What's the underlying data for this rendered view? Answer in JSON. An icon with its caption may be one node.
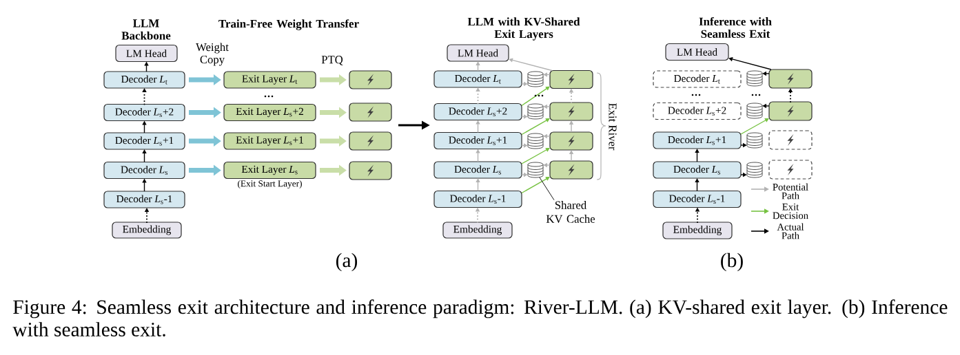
{
  "diagram": {
    "caption": "Figure 4: Seamless exit architecture and inference paradigm: River-LLM. (a) KV-shared exit layer. (b) Inference with seamless exit.",
    "nodes": [
      {
        "text": [
          "LM Head"
        ]
      },
      {
        "text": [
          "Decoder *L*$_{t}$"
        ]
      },
      {
        "text": [
          "Decoder *L*$_{s}$+2"
        ]
      },
      {
        "text": [
          "Decoder *L*$_{s}$+1"
        ]
      },
      {
        "text": [
          "Decoder *L*$_{s}$"
        ]
      },
      {
        "text": [
          "Decoder *L*$_{s}$-1"
        ]
      },
      {
        "text": [
          "Embedding"
        ]
      },
      {
        "text": [
          "Exit Layer *L*$_{t}$"
        ]
      },
      {
        "text": [
          "Exit Layer *L*$_{s}$+2"
        ]
      },
      {
        "text": [
          "Exit Layer *L*$_{s}$+1"
        ]
      },
      {
        "text": [
          "Exit Layer *L*$_{s}$"
        ],
        "beside": [
          "(Exit Start Layer)"
        ]
      },
      {
        "text": [],
        "shape": "box"
      },
      {
        "text": [],
        "shape": "box"
      },
      {
        "text": [],
        "shape": "box"
      },
      {
        "text": [],
        "shape": "box"
      },
      {
        "text": [
          "LM Head"
        ]
      },
      {
        "text": [
          "Decoder *L*$_{t}$"
        ]
      },
      {
        "text": [
          "Decoder *L*$_{s}$+2"
        ]
      },
      {
        "text": [
          "Decoder *L*$_{s}$+1"
        ]
      },
      {
        "text": [
          "Decoder *L*$_{s}$"
        ]
      },
      {
        "text": [
          "Decoder *L*$_{s}$-1"
        ]
      },
      {
        "text": [
          "Embedding"
        ]
      },
      {
        "text": [],
        "shape": "cylinder"
      },
      {
        "text": [],
        "shape": "cylinder"
      },
      {
        "text": [],
        "shape": "cylinder"
      },
      {
        "text": [],
        "shape": "cylinder"
      },
      {
        "text": [],
        "shape": "box"
      },
      {
        "text": [],
        "shape": "box"
      },
      {
        "text": [],
        "shape": "box"
      },
      {
        "text": [],
        "shape": "box"
      },
      {
        "text": [
          "Shared KV Cache"
        ]
      },
      {
        "text": [
          "LM Head"
        ]
      },
      {
        "text": [
          "Decoder *L*$_{t}$"
        ]
      },
      {
        "text": [
          "Decoder *L*$_{s}$+2"
        ]
      },
      {
        "text": [
          "Decoder *L*$_{s}$+1"
        ]
      },
      {
        "text": [
          "Decoder *L*$_{s}$"
        ]
      },
      {
        "text": [
          "Decoder *L*$_{s}$-1"
        ]
      },
      {
        "text": [
          "Embedding"
        ]
      },
      {
        "text": [],
        "shape": "cylinder"
      },
      {
        "text": [],
        "shape": "cylinder"
      },
      {
        "text": [],
        "shape": "cylinder"
      },
      {
        "text": [],
        "shape": "cylinder"
      },
      {
        "text": [],
        "shape": "box"
      },
      {
        "text": [],
        "shape": "box"
      },
      {
        "text": [],
        "shape": "box"
      },
      {
        "text": [],
        "shape": "box"
      }
    ],
    "edges": [
      {
        "from": 6,
        "to": 5,
        "arrow": "to",
        "style": "dashed",
        "color": "#000000"
      },
      {
        "from": 5,
        "to": 4,
        "arrow": "to",
        "color": "#000000"
      },
      {
        "from": 4,
        "to": 3,
        "arrow": "to",
        "color": "#000000"
      },
      {
        "from": 3,
        "to": 2,
        "arrow": "to",
        "color": "#000000"
      },
      {
        "from": 2,
        "to": 1,
        "arrow": "to",
        "style": "dashed",
        "color": "#000000"
      },
      {
        "from": 1,
        "to": 0,
        "arrow": "to",
        "color": "#000000"
      },
      {
        "from": 1,
        "to": 7,
        "arrow": "to",
        "style": "thick",
        "color": "#7fc4d6"
      },
      {
        "from": 2,
        "to": 8,
        "arrow": "to",
        "style": "thick",
        "color": "#7fc4d6"
      },
      {
        "from": 3,
        "to": 9,
        "arrow": "to",
        "style": "thick",
        "color": "#7fc4d6"
      },
      {
        "from": 4,
        "to": 10,
        "arrow": "to",
        "style": "thick",
        "color": "#7fc4d6"
      },
      {
        "from": 7,
        "to": 11,
        "arrow": "to",
        "style": "thick",
        "color": "#c9dea8"
      },
      {
        "from": 8,
        "to": 12,
        "arrow": "to",
        "style": "thick",
        "color": "#c9dea8"
      },
      {
        "from": 9,
        "to": 13,
        "arrow": "to",
        "style": "thick",
        "color": "#c9dea8"
      },
      {
        "from": 10,
        "to": 14,
        "arrow": "to",
        "style": "thick",
        "color": "#c9dea8"
      },
      {
        "from": 21,
        "to": 20,
        "arrow": "to",
        "style": "dashed"
      },
      {
        "from": 20,
        "to": 19,
        "arrow": "to"
      },
      {
        "from": 19,
        "to": 18,
        "arrow": "to"
      },
      {
        "from": 18,
        "to": 17,
        "arrow": "to"
      },
      {
        "from": 17,
        "to": 16,
        "arrow": "to",
        "style": "dashed"
      },
      {
        "from": 16,
        "to": 15,
        "arrow": "to"
      },
      {
        "from": 20,
        "to": 29,
        "arrow": "to",
        "color": "#77c242"
      },
      {
        "from": 19,
        "to": 28,
        "arrow": "to",
        "color": "#77c242"
      },
      {
        "from": 18,
        "to": 27,
        "arrow": "to",
        "color": "#77c242"
      },
      {
        "from": 17,
        "to": 26,
        "arrow": "to",
        "color": "#77c242"
      },
      {
        "from": 29,
        "to": 28,
        "arrow": "to"
      },
      {
        "from": 28,
        "to": 27,
        "arrow": "to"
      },
      {
        "from": 27,
        "to": 26,
        "arrow": "to",
        "style": "dashed"
      },
      {
        "from": 26,
        "to": 15,
        "arrow": "to"
      },
      {
        "from": 16,
        "to": 22,
        "arrow": "to"
      },
      {
        "from": 17,
        "to": 23,
        "arrow": "to"
      },
      {
        "from": 18,
        "to": 24,
        "arrow": "to"
      },
      {
        "from": 19,
        "to": 25,
        "arrow": "to"
      },
      {
        "from": 26,
        "to": 22,
        "arrow": "to"
      },
      {
        "from": 27,
        "to": 23,
        "arrow": "to"
      },
      {
        "from": 28,
        "to": 24,
        "arrow": "to"
      },
      {
        "from": 29,
        "to": 25,
        "arrow": "to"
      },
      {
        "from": 30,
        "to": 25,
        "arrow": "none",
        "color": "#000000"
      },
      {
        "from": 37,
        "to": 36,
        "arrow": "to",
        "style": "dashed",
        "color": "#000000"
      },
      {
        "from": 36,
        "to": 35,
        "arrow": "to",
        "color": "#000000"
      },
      {
        "from": 35,
        "to": 34,
        "arrow": "to",
        "color": "#000000"
      },
      {
        "from": 34,
        "to": 43,
        "arrow": "to",
        "color": "#77c242"
      },
      {
        "from": 43,
        "to": 42,
        "arrow": "to",
        "style": "dashed",
        "color": "#000000"
      },
      {
        "from": 42,
        "to": 31,
        "arrow": "to",
        "color": "#000000"
      },
      {
        "from": 34,
        "to": 40,
        "arrow": "to",
        "color": "#000000"
      },
      {
        "from": 35,
        "to": 41,
        "arrow": "to",
        "color": "#000000"
      },
      {
        "from": 42,
        "to": 38,
        "arrow": "to",
        "color": "#000000"
      },
      {
        "from": 43,
        "to": 39,
        "arrow": "to",
        "color": "#000000"
      }
    ],
    "labels": [
      "LLM Backbone",
      "Train-Free Weight Transfer",
      "LLM with KV-Shared Exit Layers",
      "Inference with Seamless Exit",
      "Weight Copy",
      "PTQ",
      "Exit River",
      "(a)",
      "(b)"
    ],
    "legend": [
      {
        "text": "Potential Path"
      },
      {
        "text": "Exit Decision"
      },
      {
        "text": "Actual Path"
      }
    ]
  }
}
